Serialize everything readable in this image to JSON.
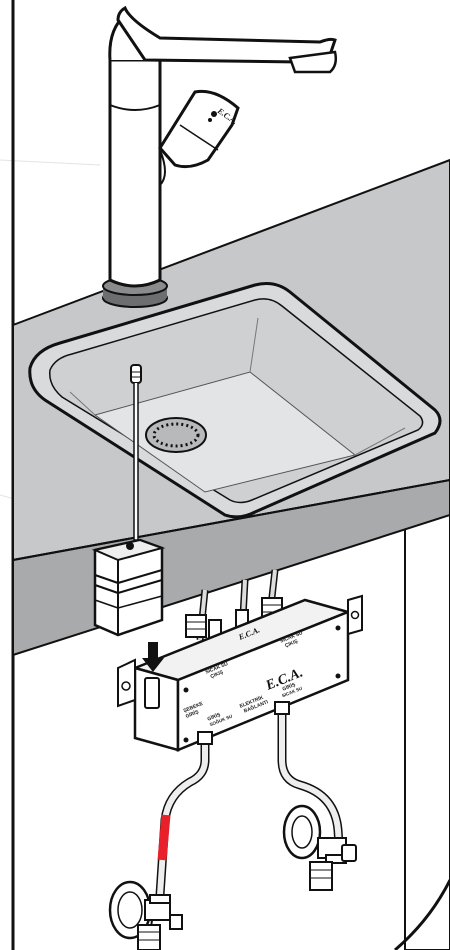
{
  "brand": {
    "logo_text": "E.C.A."
  },
  "labels": {
    "mixed_water_out": {
      "line1": "ÇIKIŞ",
      "line2": "SICAK SU"
    },
    "mixed_out_right": {
      "line1": "SICAK SU",
      "line2": "ÇIKIŞ"
    },
    "cold_in": {
      "line1": "SOĞUK SU",
      "line2": "GİRİŞ"
    },
    "hot_in": {
      "line1": "SICAK SU",
      "line2": "GİRİŞ"
    },
    "power": {
      "line1": "ELEKTRİK",
      "line2": "BAĞLANTI"
    },
    "mains": {
      "line1": "ŞEBEKE",
      "line2": "GİRİŞ"
    }
  },
  "colors": {
    "outline": "#111111",
    "counter_fill": "#c7c8ca",
    "sink_fill": "#d9dadb",
    "faucet_fill": "#ffffff",
    "ring_fill": "#6d6e70",
    "cold_hose_marker": "#e8202a",
    "cabinet_fill": "#ffffff"
  },
  "icons": {
    "insert_arrow": "arrow-down-icon",
    "shutoff_valve": "angle-valve-icon"
  }
}
